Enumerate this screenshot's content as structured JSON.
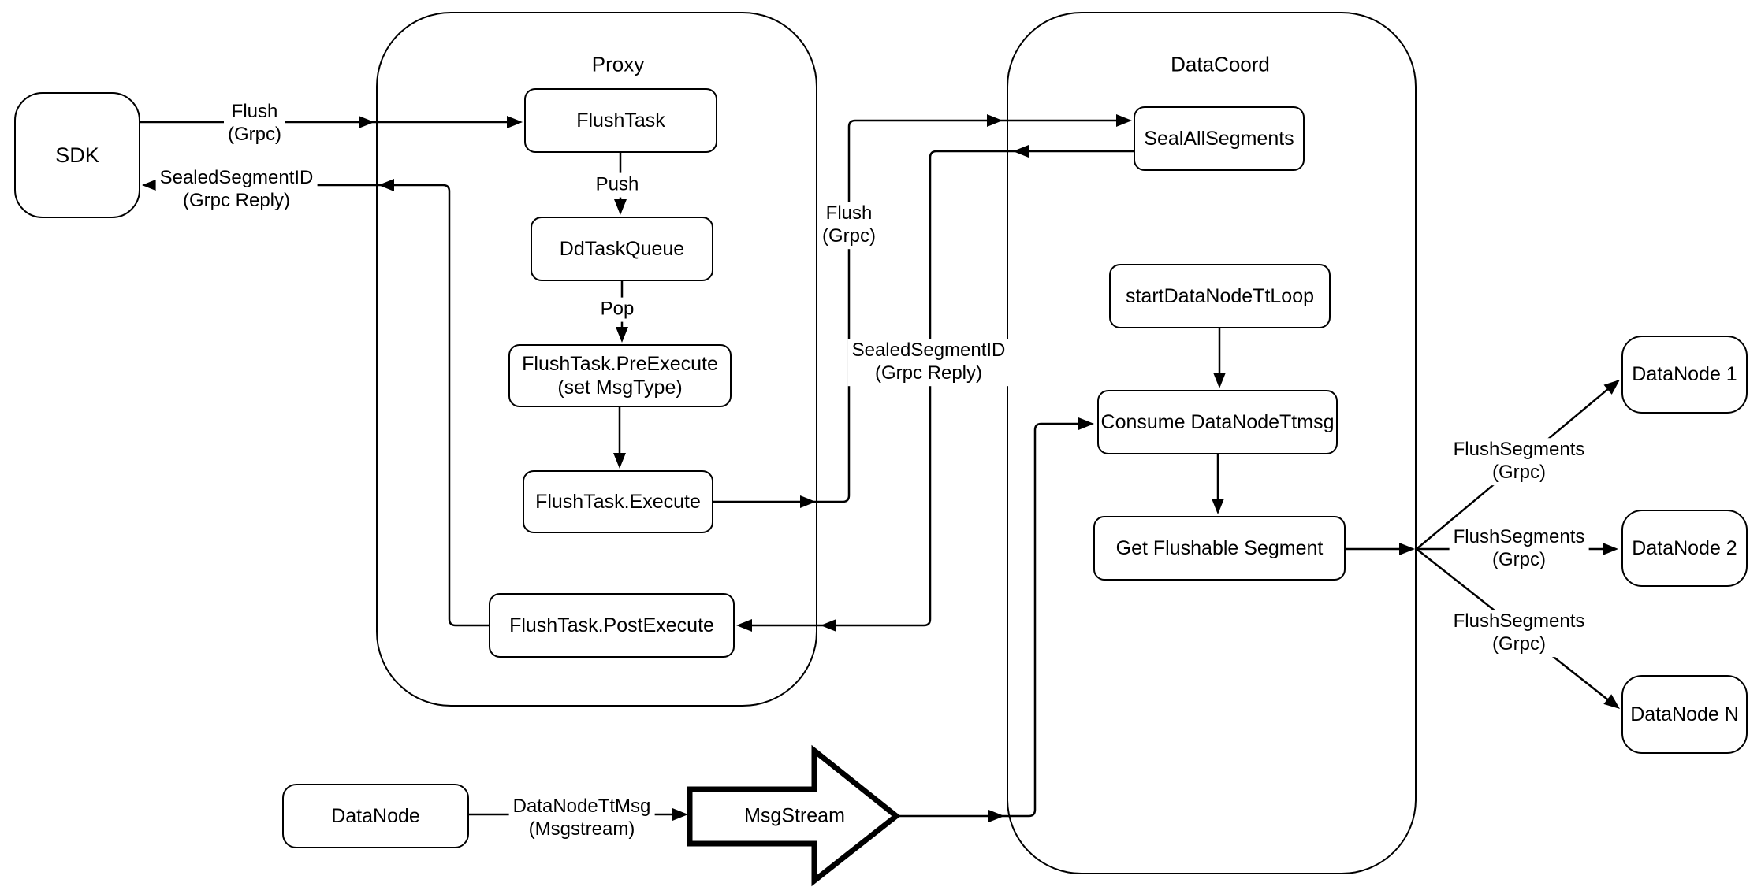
{
  "diagram": {
    "containers": {
      "proxy": {
        "title": "Proxy"
      },
      "datacoord": {
        "title": "DataCoord"
      }
    },
    "nodes": {
      "sdk": {
        "label": "SDK"
      },
      "flush_task": {
        "label": "FlushTask"
      },
      "dd_task_queue": {
        "label": "DdTaskQueue"
      },
      "pre_execute": {
        "line1": "FlushTask.PreExecute",
        "line2": "(set MsgType)"
      },
      "execute": {
        "label": "FlushTask.Execute"
      },
      "post_execute": {
        "label": "FlushTask.PostExecute"
      },
      "seal_all_segments": {
        "label": "SealAllSegments"
      },
      "start_datanode_tt_loop": {
        "label": "startDataNodeTtLoop"
      },
      "consume_datanode_ttmsg": {
        "label": "Consume DataNodeTtmsg"
      },
      "get_flushable_segment": {
        "label": "Get Flushable Segment"
      },
      "datanode_1": {
        "label": "DataNode 1"
      },
      "datanode_2": {
        "label": "DataNode 2"
      },
      "datanode_n": {
        "label": "DataNode N"
      },
      "datanode": {
        "label": "DataNode"
      },
      "msgstream": {
        "label": "MsgStream"
      }
    },
    "edge_labels": {
      "flush_sdk": {
        "line1": "Flush",
        "line2": "(Grpc)"
      },
      "sealed_sdk": {
        "line1": "SealedSegmentID",
        "line2": "(Grpc Reply)"
      },
      "push": {
        "text": "Push"
      },
      "pop": {
        "text": "Pop"
      },
      "flush_mid": {
        "line1": "Flush",
        "line2": "(Grpc)"
      },
      "sealed_mid": {
        "line1": "SealedSegmentID",
        "line2": "(Grpc Reply)"
      },
      "flush_segments_1": {
        "line1": "FlushSegments",
        "line2": "(Grpc)"
      },
      "flush_segments_2": {
        "line1": "FlushSegments",
        "line2": "(Grpc)"
      },
      "flush_segments_3": {
        "line1": "FlushSegments",
        "line2": "(Grpc)"
      },
      "datanode_ttmsg": {
        "line1": "DataNodeTtMsg",
        "line2": "(Msgstream)"
      }
    },
    "edges": [
      {
        "from": "SDK",
        "to": "FlushTask",
        "label": "Flush (Grpc)"
      },
      {
        "from": "FlushTask.PostExecute",
        "to": "SDK",
        "label": "SealedSegmentID (Grpc Reply)"
      },
      {
        "from": "FlushTask",
        "to": "DdTaskQueue",
        "label": "Push"
      },
      {
        "from": "DdTaskQueue",
        "to": "FlushTask.PreExecute",
        "label": "Pop"
      },
      {
        "from": "FlushTask.PreExecute",
        "to": "FlushTask.Execute",
        "label": ""
      },
      {
        "from": "FlushTask.Execute",
        "to": "SealAllSegments",
        "label": "Flush (Grpc)"
      },
      {
        "from": "SealAllSegments",
        "to": "FlushTask.PostExecute",
        "label": "SealedSegmentID (Grpc Reply)"
      },
      {
        "from": "startDataNodeTtLoop",
        "to": "Consume DataNodeTtmsg",
        "label": ""
      },
      {
        "from": "Consume DataNodeTtmsg",
        "to": "Get Flushable Segment",
        "label": ""
      },
      {
        "from": "Get Flushable Segment",
        "to": "DataNode 1",
        "label": "FlushSegments (Grpc)"
      },
      {
        "from": "Get Flushable Segment",
        "to": "DataNode 2",
        "label": "FlushSegments (Grpc)"
      },
      {
        "from": "Get Flushable Segment",
        "to": "DataNode N",
        "label": "FlushSegments (Grpc)"
      },
      {
        "from": "DataNode",
        "to": "MsgStream",
        "label": "DataNodeTtMsg (Msgstream)"
      },
      {
        "from": "MsgStream",
        "to": "Consume DataNodeTtmsg",
        "label": ""
      }
    ],
    "colors": {
      "stroke": "#000000",
      "fill": "#ffffff"
    }
  }
}
